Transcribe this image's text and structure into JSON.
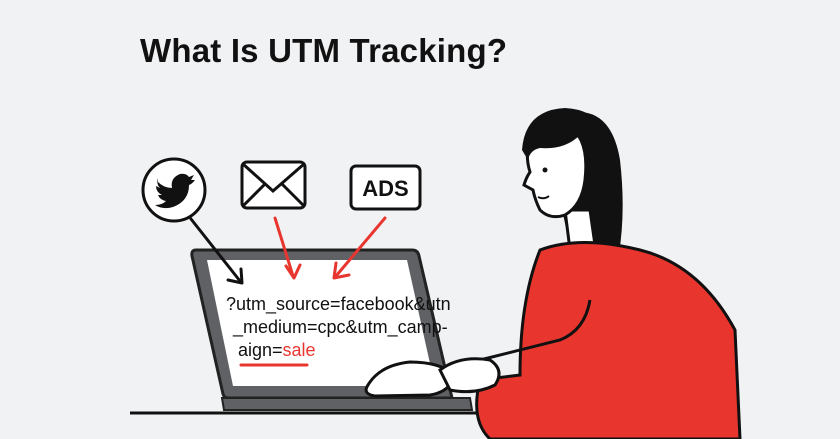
{
  "title": "What Is UTM Tracking?",
  "sources": {
    "twitter_icon": "twitter-bird-icon",
    "email_icon": "envelope-icon",
    "ads_label": "ADS"
  },
  "screen": {
    "line1": "?utm_source=facebook&utn",
    "line2": "_medium=cpc&utm_camp-",
    "line3_prefix": "aign=",
    "line3_value": "sale"
  },
  "colors": {
    "accent": "#e8362f",
    "background": "#f1f2f4",
    "laptop": "#5f6165"
  }
}
